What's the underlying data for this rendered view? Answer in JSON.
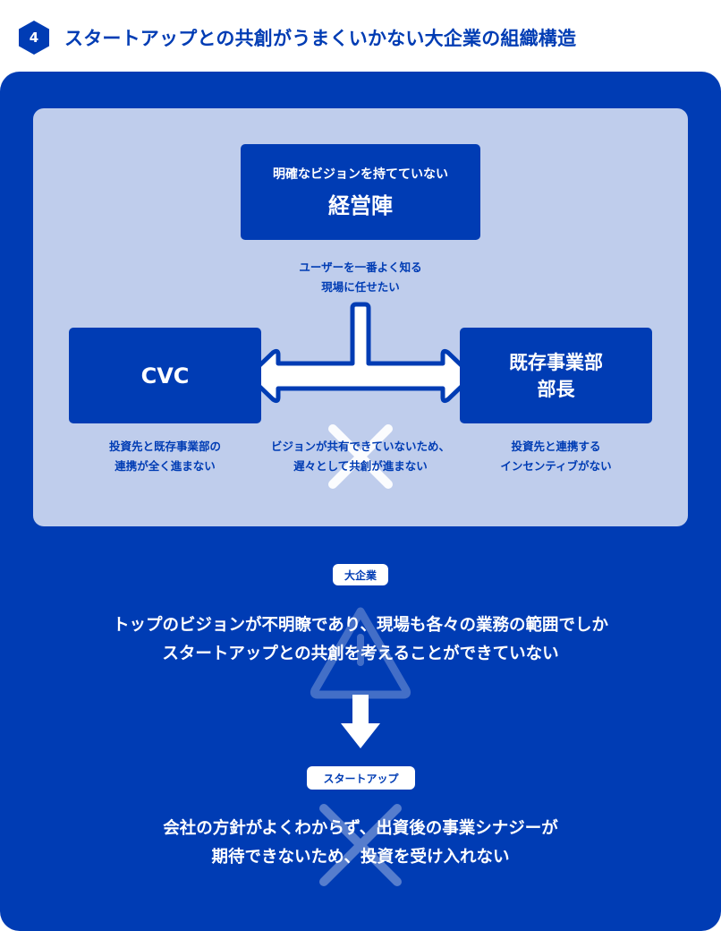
{
  "header": {
    "number": "4",
    "title": "スタートアップとの共創がうまくいかない大企業の組織構造"
  },
  "colors": {
    "primary": "#003cb4",
    "light_panel": "#bfcdec",
    "white": "#ffffff"
  },
  "diagram": {
    "top_box": {
      "subtitle": "明確なビジョンを持てていない",
      "title": "経営陣"
    },
    "top_caption": {
      "line1": "ユーザーを一番よく知る",
      "line2": "現場に任せたい"
    },
    "left_box": {
      "title": "CVC"
    },
    "right_box": {
      "line1": "既存事業部",
      "line2": "部長"
    },
    "left_caption": {
      "line1": "投資先と既存事業部の",
      "line2": "連携が全く進まない"
    },
    "middle_caption": {
      "line1": "ビジョンが共有できていないため、",
      "line2": "遅々として共創が進まない"
    },
    "right_caption": {
      "line1": "投資先と連携する",
      "line2": "インセンティブがない"
    },
    "icons": {
      "connector": "t-double-arrow-icon",
      "blocked": "cross-icon"
    }
  },
  "corporate": {
    "label": "大企業",
    "line1": "トップのビジョンが不明瞭であり、現場も各々の業務の範囲でしか",
    "line2": "スタートアップとの共創を考えることができていない",
    "icon": "warning-triangle-icon"
  },
  "flow_icon": "arrow-down-icon",
  "startup": {
    "label": "スタートアップ",
    "line1": "会社の方針がよくわからず、出資後の事業シナジーが",
    "line2": "期待できないため、投資を受け入れない",
    "icon": "cross-icon"
  }
}
